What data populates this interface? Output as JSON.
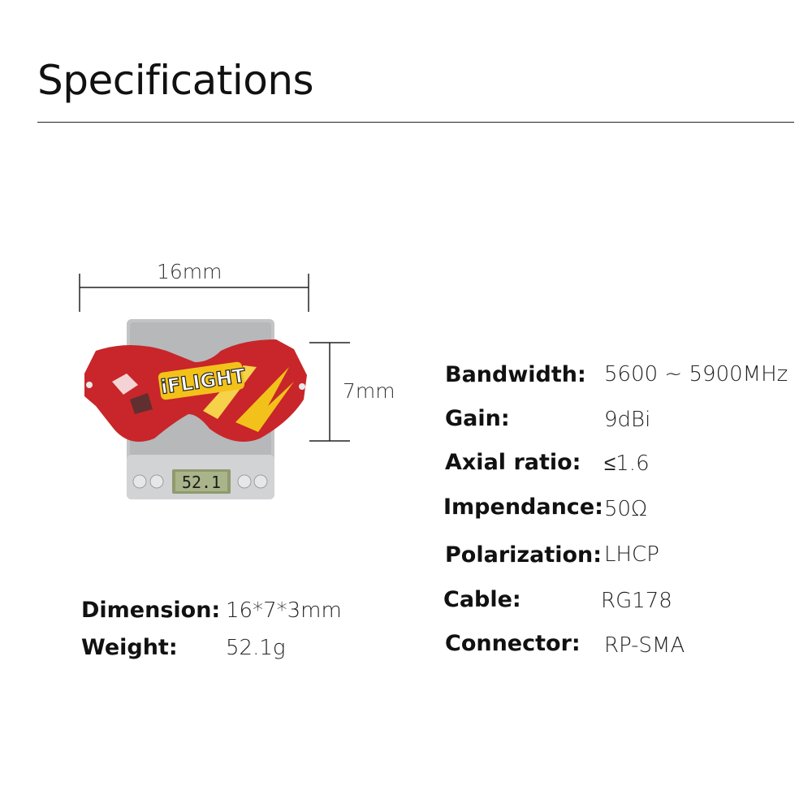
{
  "title": "Specifications",
  "dimensions": {
    "width_label": "16mm",
    "height_label": "7mm"
  },
  "scale_display": "52.1",
  "left_specs": [
    {
      "label": "Dimension:",
      "value": "16*7*3mm"
    },
    {
      "label": "Weight:",
      "value": "52.1g"
    }
  ],
  "right_specs": [
    {
      "label": "Bandwidth:",
      "value": "5600 ~ 5900MHz"
    },
    {
      "label": "Gain:",
      "value": "9dBi"
    },
    {
      "label": "Axial ratio:",
      "value": "≤1.6"
    },
    {
      "label": "Impendance:",
      "value": "50Ω"
    },
    {
      "label": "Polarization:",
      "value": "LHCP"
    },
    {
      "label": "Cable:",
      "value": "RG178"
    },
    {
      "label": "Connector:",
      "value": "RP-SMA"
    }
  ],
  "product_logo_text": "iFLIGHT",
  "colors": {
    "accent_red": "#c8262a",
    "yellow": "#f2c21a",
    "scale_gray": "#bfc0c2"
  }
}
